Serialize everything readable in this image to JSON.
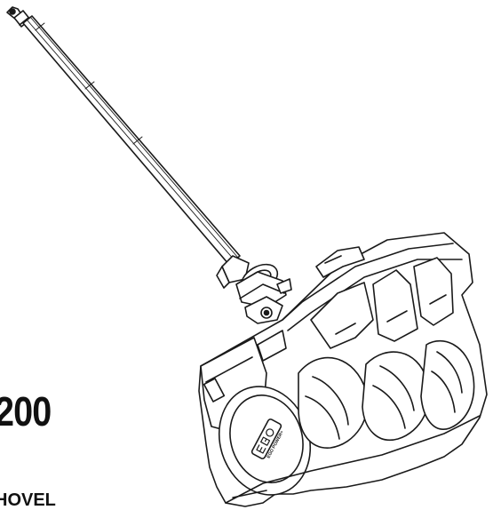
{
  "document": {
    "model_number": "200",
    "product_name": "HOVEL",
    "logo_text": "EGO POWER+"
  },
  "illustration": {
    "subject": "snow-shovel-attachment",
    "style": "black line art on white"
  }
}
